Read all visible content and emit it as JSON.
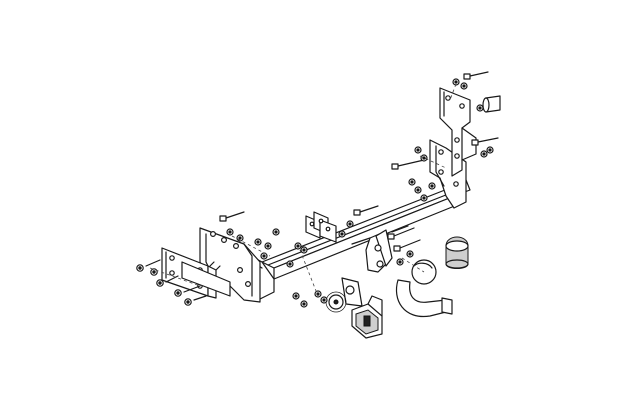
{
  "diagram": {
    "background": "#ffffff",
    "line_color": "#1a1a1a",
    "subject": "exploded-tow-bar-assembly",
    "parts": [
      "main-crossbar",
      "left-side-bracket",
      "left-outer-plate",
      "right-side-bracket",
      "right-upper-bracket",
      "center-spacer-plates",
      "tow-ball-neck",
      "tow-ball-cover",
      "socket-plate",
      "electrical-socket",
      "fasteners"
    ]
  }
}
